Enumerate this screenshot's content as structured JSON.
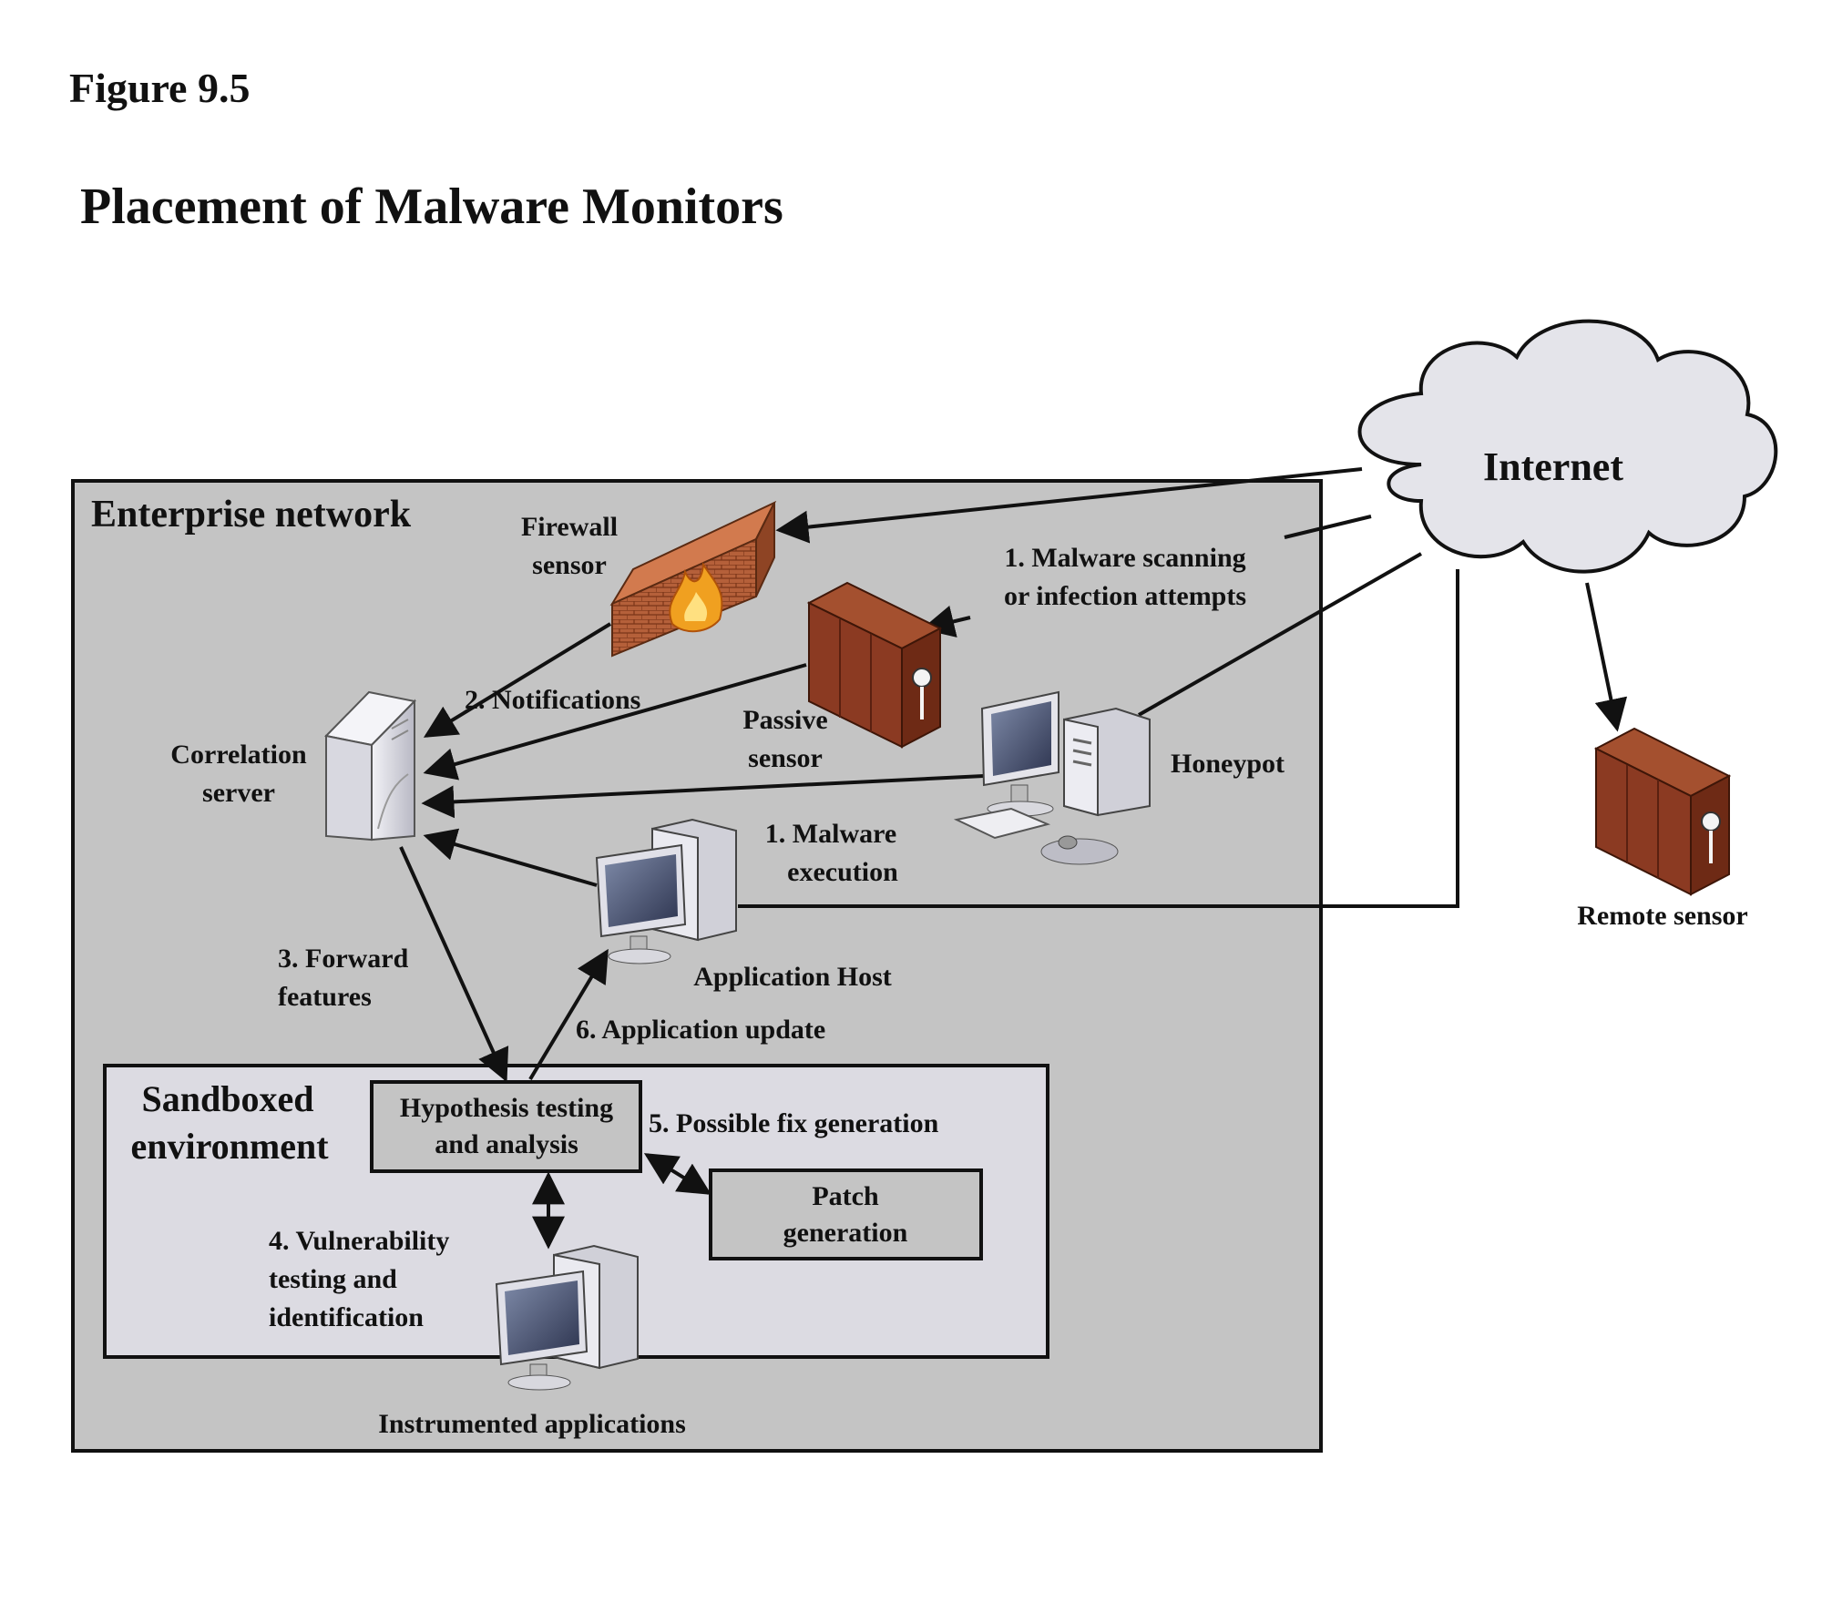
{
  "figure": {
    "number": "Figure 9.5",
    "title": "Placement of Malware Monitors"
  },
  "regions": {
    "enterprise": "Enterprise network",
    "sandbox": [
      "Sandboxed",
      "environment"
    ],
    "internet": "Internet"
  },
  "nodes": {
    "firewall": [
      "Firewall",
      "sensor"
    ],
    "passive": [
      "Passive",
      "sensor"
    ],
    "honeypot": "Honeypot",
    "correlation": [
      "Correlation",
      "server"
    ],
    "app_host": "Application Host",
    "remote": "Remote sensor",
    "instrumented": "Instrumented applications",
    "hypothesis": [
      "Hypothesis testing",
      "and analysis"
    ],
    "patch": [
      "Patch",
      "generation"
    ]
  },
  "steps": {
    "scan": [
      "1. Malware scanning",
      "or infection attempts"
    ],
    "notify": "2. Notifications",
    "exec": [
      "1. Malware",
      "execution"
    ],
    "forward": [
      "3. Forward",
      "features"
    ],
    "update": "6. Application update",
    "fix": "5. Possible fix generation",
    "vuln": [
      "4. Vulnerability",
      "testing and",
      "identification"
    ]
  },
  "colors": {
    "enterprise_fill": "#c4c4c4",
    "sandbox_fill": "#dcdbe2",
    "cloud_fill": "#e4e4ea",
    "server_brown": "#8b3a22",
    "firewall_brick": "#b5603a",
    "flame": "#f0a020"
  }
}
